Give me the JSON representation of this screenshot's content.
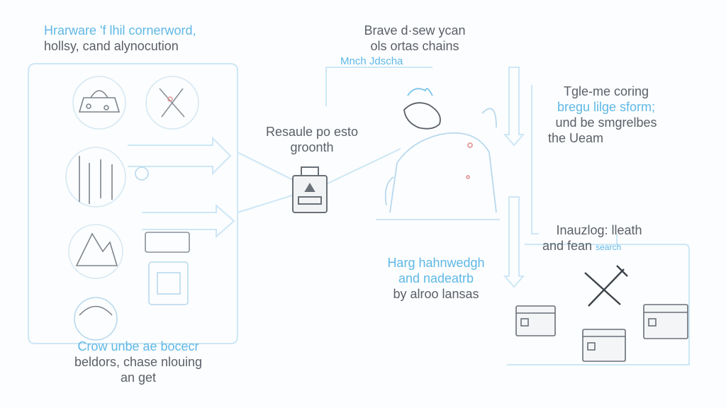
{
  "labels": {
    "top_left_1": "Hrarware 'f lhil cornerword,",
    "top_left_2": "hollsy, cand alynocution",
    "top_center_1": "Brave d·sew ycan",
    "top_center_2": "ols ortas chains",
    "top_center_3": "Mnch Jdscha",
    "center": "Resaule po esto groonth",
    "right_top_1": "Tgle-me coring",
    "right_top_2": "bregu lilge sform;",
    "right_top_3": "und be smgrelbes",
    "right_top_4": "the Ueam",
    "right_mid_1": "Inauzlog: lleath",
    "right_mid_2": "and fean",
    "right_mid_3": "search",
    "bottom_center_1": "Harg hahnwedgh",
    "bottom_center_2": "and nadeatrb",
    "bottom_center_3": "by alroo lansas",
    "bottom_left_1": "Crow unbe ae bocecr",
    "bottom_left_2": "beldors, chase nlouing",
    "bottom_left_3": "an get"
  },
  "colors": {
    "accent_blue": "#5fb8e6",
    "line_blue": "#cde7f6",
    "ink": "#5a6068"
  },
  "icons": [
    "picnic-basket-icon",
    "crossed-sticks-icon",
    "bar-lines-icon",
    "mountain-icon",
    "panel-icon",
    "globe-icon",
    "padlock-device-icon",
    "mascot-creature-icon",
    "crossed-tools-icon",
    "window-card-icon"
  ]
}
